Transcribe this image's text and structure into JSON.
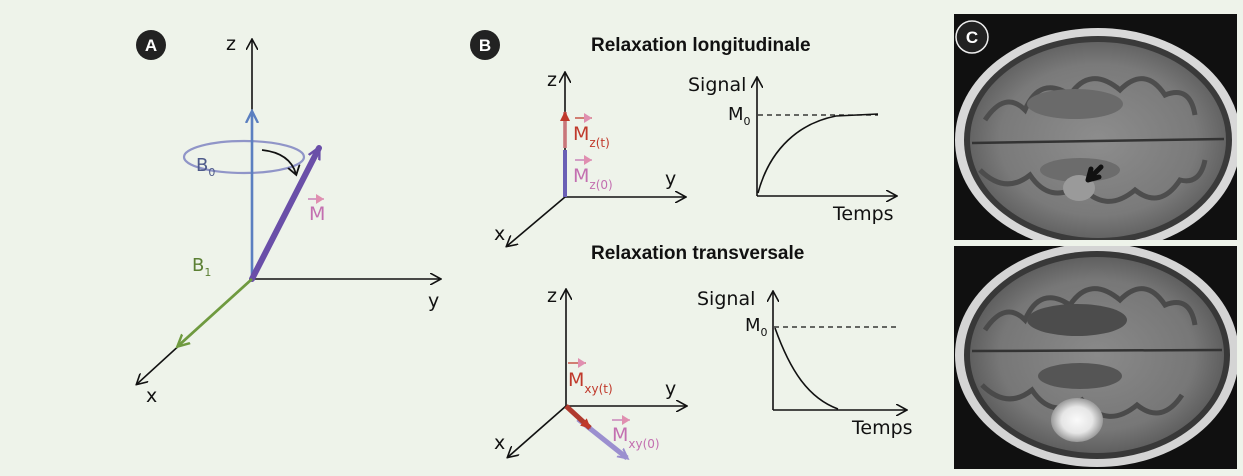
{
  "colors": {
    "background": "#eef3ea",
    "axis": "#111111",
    "b0_vector": "#5b7fc0",
    "m_vector": "#6a4fa8",
    "b1_vector": "#6f9a3f",
    "b0_ellipse": "#9095c8",
    "m_red": "#c0392b",
    "m_label_pink": "#c36fb0",
    "badge": "#222222"
  },
  "panel_a": {
    "badge": "A",
    "z": "z",
    "y": "y",
    "x": "x",
    "b0": "B",
    "b0_sub": "0",
    "b1": "B",
    "b1_sub": "1",
    "m": "M"
  },
  "panel_b": {
    "badge": "B",
    "longitudinal_title": "Relaxation longitudinale",
    "transverse_title": "Relaxation transversale",
    "z": "z",
    "y": "y",
    "x": "x",
    "m_long_t": "M",
    "m_long_t_sub": "z(t)",
    "m_long_0": "M",
    "m_long_0_sub": "z(0)",
    "m_trans_t": "M",
    "m_trans_t_sub": "xy(t)",
    "m_trans_0": "M",
    "m_trans_0_sub": "xy(0)",
    "signal": "Signal",
    "temps": "Temps",
    "m0": "M",
    "m0_sub": "0"
  },
  "panel_c": {
    "badge": "C",
    "top_image": "mri-axial-brain-before-contrast",
    "bottom_image": "mri-axial-brain-after-contrast",
    "arrow_icon": "lesion-pointer-arrow-icon"
  }
}
